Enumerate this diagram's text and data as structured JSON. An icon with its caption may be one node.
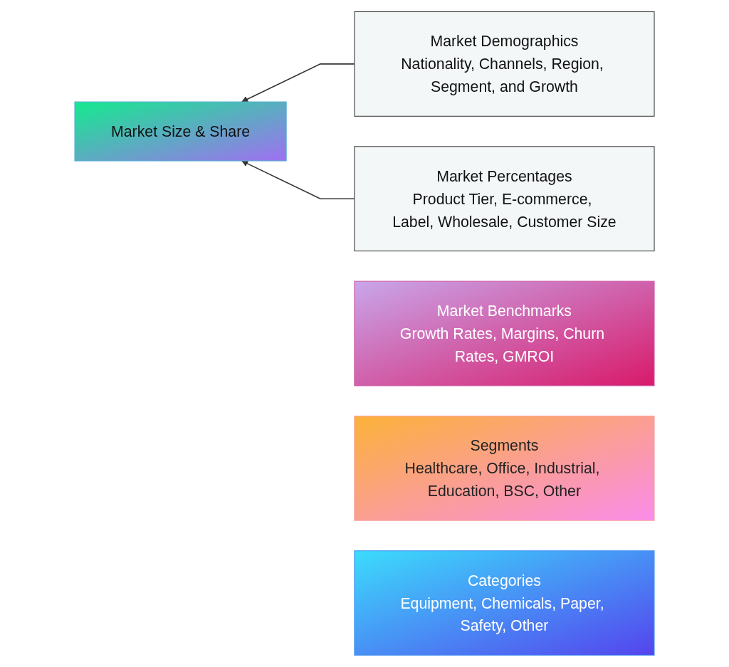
{
  "diagram": {
    "nodes": [
      {
        "text": [
          "Market Size & Share"
        ]
      },
      {
        "text": [
          "Market Demographics",
          "Nationality, Channels, Region, Segment, and Growth"
        ]
      },
      {
        "text": [
          "Market Percentages",
          "Product Tier, E-commerce, Label, Wholesale, Customer Size"
        ]
      },
      {
        "text": [
          "Market Benchmarks",
          "Growth Rates, Margins, Churn Rates, GMROI"
        ]
      },
      {
        "text": [
          "Segments",
          "Healthcare, Office, Industrial, Education, BSC, Other"
        ]
      },
      {
        "text": [
          "Categories",
          "Equipment, Chemicals, Paper, Safety, Other"
        ]
      }
    ],
    "edges": [
      {
        "from": 1,
        "to": 0,
        "arrow": "to"
      },
      {
        "from": 2,
        "to": 0,
        "arrow": "to"
      }
    ]
  }
}
